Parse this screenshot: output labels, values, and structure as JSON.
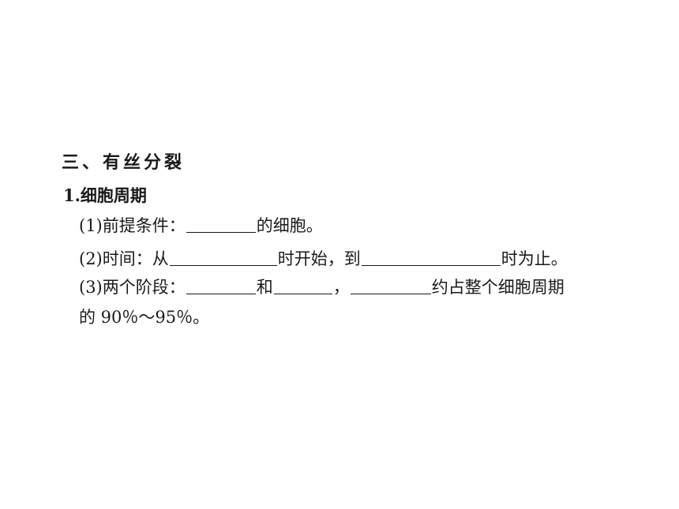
{
  "section": {
    "title": "三、有丝分裂"
  },
  "subsection": {
    "title": "1.细胞周期"
  },
  "items": {
    "i1": {
      "prefix": "(1)前提条件：",
      "suffix": "的细胞。"
    },
    "i2": {
      "prefix": "(2)时间：从",
      "middle": "时开始，到",
      "suffix": "时为止。"
    },
    "i3": {
      "prefix": "(3)两个阶段：",
      "and": "和",
      "comma": "，",
      "suffix": "约占整个细胞周期",
      "continuation": "的 90％～95％。"
    }
  }
}
